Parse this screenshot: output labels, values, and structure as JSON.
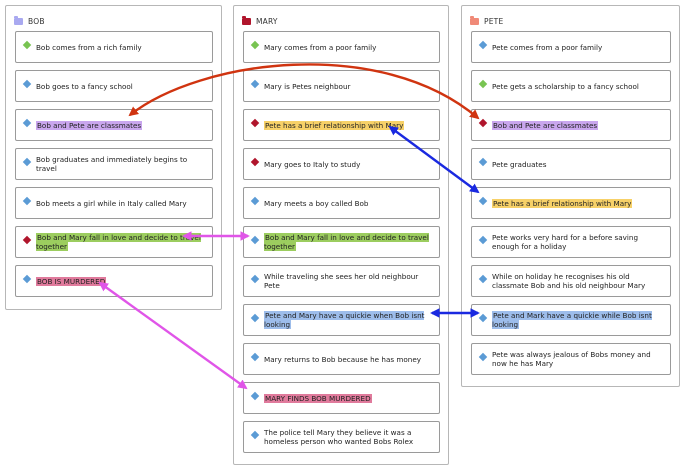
{
  "colors": {
    "green_bullet": "#78c452",
    "blue_bullet": "#5b9bd5",
    "red_bullet": "#b0152c",
    "hl_purple": "#c9a6ee",
    "hl_yellow": "#f7d168",
    "hl_green": "#9ccd5f",
    "hl_pink": "#e07a9c",
    "hl_blue": "#9dbdeb",
    "arrow_red": "#d03410",
    "arrow_blue": "#1a29e0",
    "arrow_magenta": "#e055e8"
  },
  "columns": [
    {
      "title": "BOB",
      "icon": "folder-icon",
      "icon_color": "#a9a9f0",
      "cards": [
        {
          "text": "Bob comes from a rich family",
          "bullet": "green",
          "highlight": null
        },
        {
          "text": "Bob goes to a fancy school",
          "bullet": "blue",
          "highlight": null
        },
        {
          "text": "Bob and Pete are classmates",
          "bullet": "blue",
          "highlight": "purple"
        },
        {
          "text": "Bob graduates and immediately begins to travel",
          "bullet": "blue",
          "highlight": null
        },
        {
          "text": "Bob meets a girl while in Italy called Mary",
          "bullet": "blue",
          "highlight": null
        },
        {
          "text": "Bob and Mary fall in love and decide to travel together",
          "bullet": "red",
          "highlight": "green"
        },
        {
          "text": "BOB IS MURDERED",
          "bullet": "blue",
          "highlight": "pink"
        }
      ]
    },
    {
      "title": "MARY",
      "icon": "folder-icon",
      "icon_color": "#b0152c",
      "cards": [
        {
          "text": "Mary comes from a poor family",
          "bullet": "green",
          "highlight": null
        },
        {
          "text": "Mary is Petes neighbour",
          "bullet": "blue",
          "highlight": null
        },
        {
          "text": "Pete has a brief relationship with Mary",
          "bullet": "red",
          "highlight": "yellow"
        },
        {
          "text": "Mary goes to Italy to study",
          "bullet": "red",
          "highlight": null
        },
        {
          "text": "Mary meets a boy called Bob",
          "bullet": "blue",
          "highlight": null
        },
        {
          "text": "Bob and Mary fall in love and decide to travel together",
          "bullet": "blue",
          "highlight": "green"
        },
        {
          "text": "While traveling she sees her old neighbour Pete",
          "bullet": "blue",
          "highlight": null
        },
        {
          "text": "Pete and Mary have a quickie when Bob isnt looking",
          "bullet": "blue",
          "highlight": "blue"
        },
        {
          "text": "Mary returns to Bob because he has money",
          "bullet": "blue",
          "highlight": null
        },
        {
          "text": "MARY FINDS BOB MURDERED",
          "bullet": "blue",
          "highlight": "pink"
        },
        {
          "text": "The police tell Mary they believe it was a homeless person who wanted Bobs Rolex",
          "bullet": "blue",
          "highlight": null
        }
      ]
    },
    {
      "title": "PETE",
      "icon": "folder-icon",
      "icon_color": "#f08a78",
      "cards": [
        {
          "text": "Pete comes from a poor family",
          "bullet": "blue",
          "highlight": null
        },
        {
          "text": "Pete gets a scholarship to a fancy school",
          "bullet": "green",
          "highlight": null
        },
        {
          "text": "Bob and Pete are classmates",
          "bullet": "red",
          "highlight": "purple"
        },
        {
          "text": "Pete graduates",
          "bullet": "blue",
          "highlight": null
        },
        {
          "text": "Pete has a brief relationship with Mary",
          "bullet": "blue",
          "highlight": "yellow"
        },
        {
          "text": "Pete works very hard for a before saving enough for a holiday",
          "bullet": "blue",
          "highlight": null
        },
        {
          "text": "While on holiday he recognises his old classmate Bob and his old neighbour Mary",
          "bullet": "blue",
          "highlight": null
        },
        {
          "text": "Pete and Mark have a quickie while Bob isnt looking",
          "bullet": "blue",
          "highlight": "blue"
        },
        {
          "text": "Pete was always jealous of Bobs money and now he has Mary",
          "bullet": "blue",
          "highlight": null
        }
      ]
    }
  ],
  "links": [
    {
      "name": "link-classmates",
      "from": [
        0,
        2
      ],
      "to": [
        2,
        2
      ],
      "color": "red"
    },
    {
      "name": "link-relationship",
      "from": [
        1,
        2
      ],
      "to": [
        2,
        4
      ],
      "color": "blue"
    },
    {
      "name": "link-fall-in-love",
      "from": [
        0,
        5
      ],
      "to": [
        1,
        5
      ],
      "color": "magenta"
    },
    {
      "name": "link-quickie",
      "from": [
        1,
        7
      ],
      "to": [
        2,
        7
      ],
      "color": "blue"
    },
    {
      "name": "link-murder",
      "from": [
        0,
        6
      ],
      "to": [
        1,
        9
      ],
      "color": "magenta"
    }
  ]
}
